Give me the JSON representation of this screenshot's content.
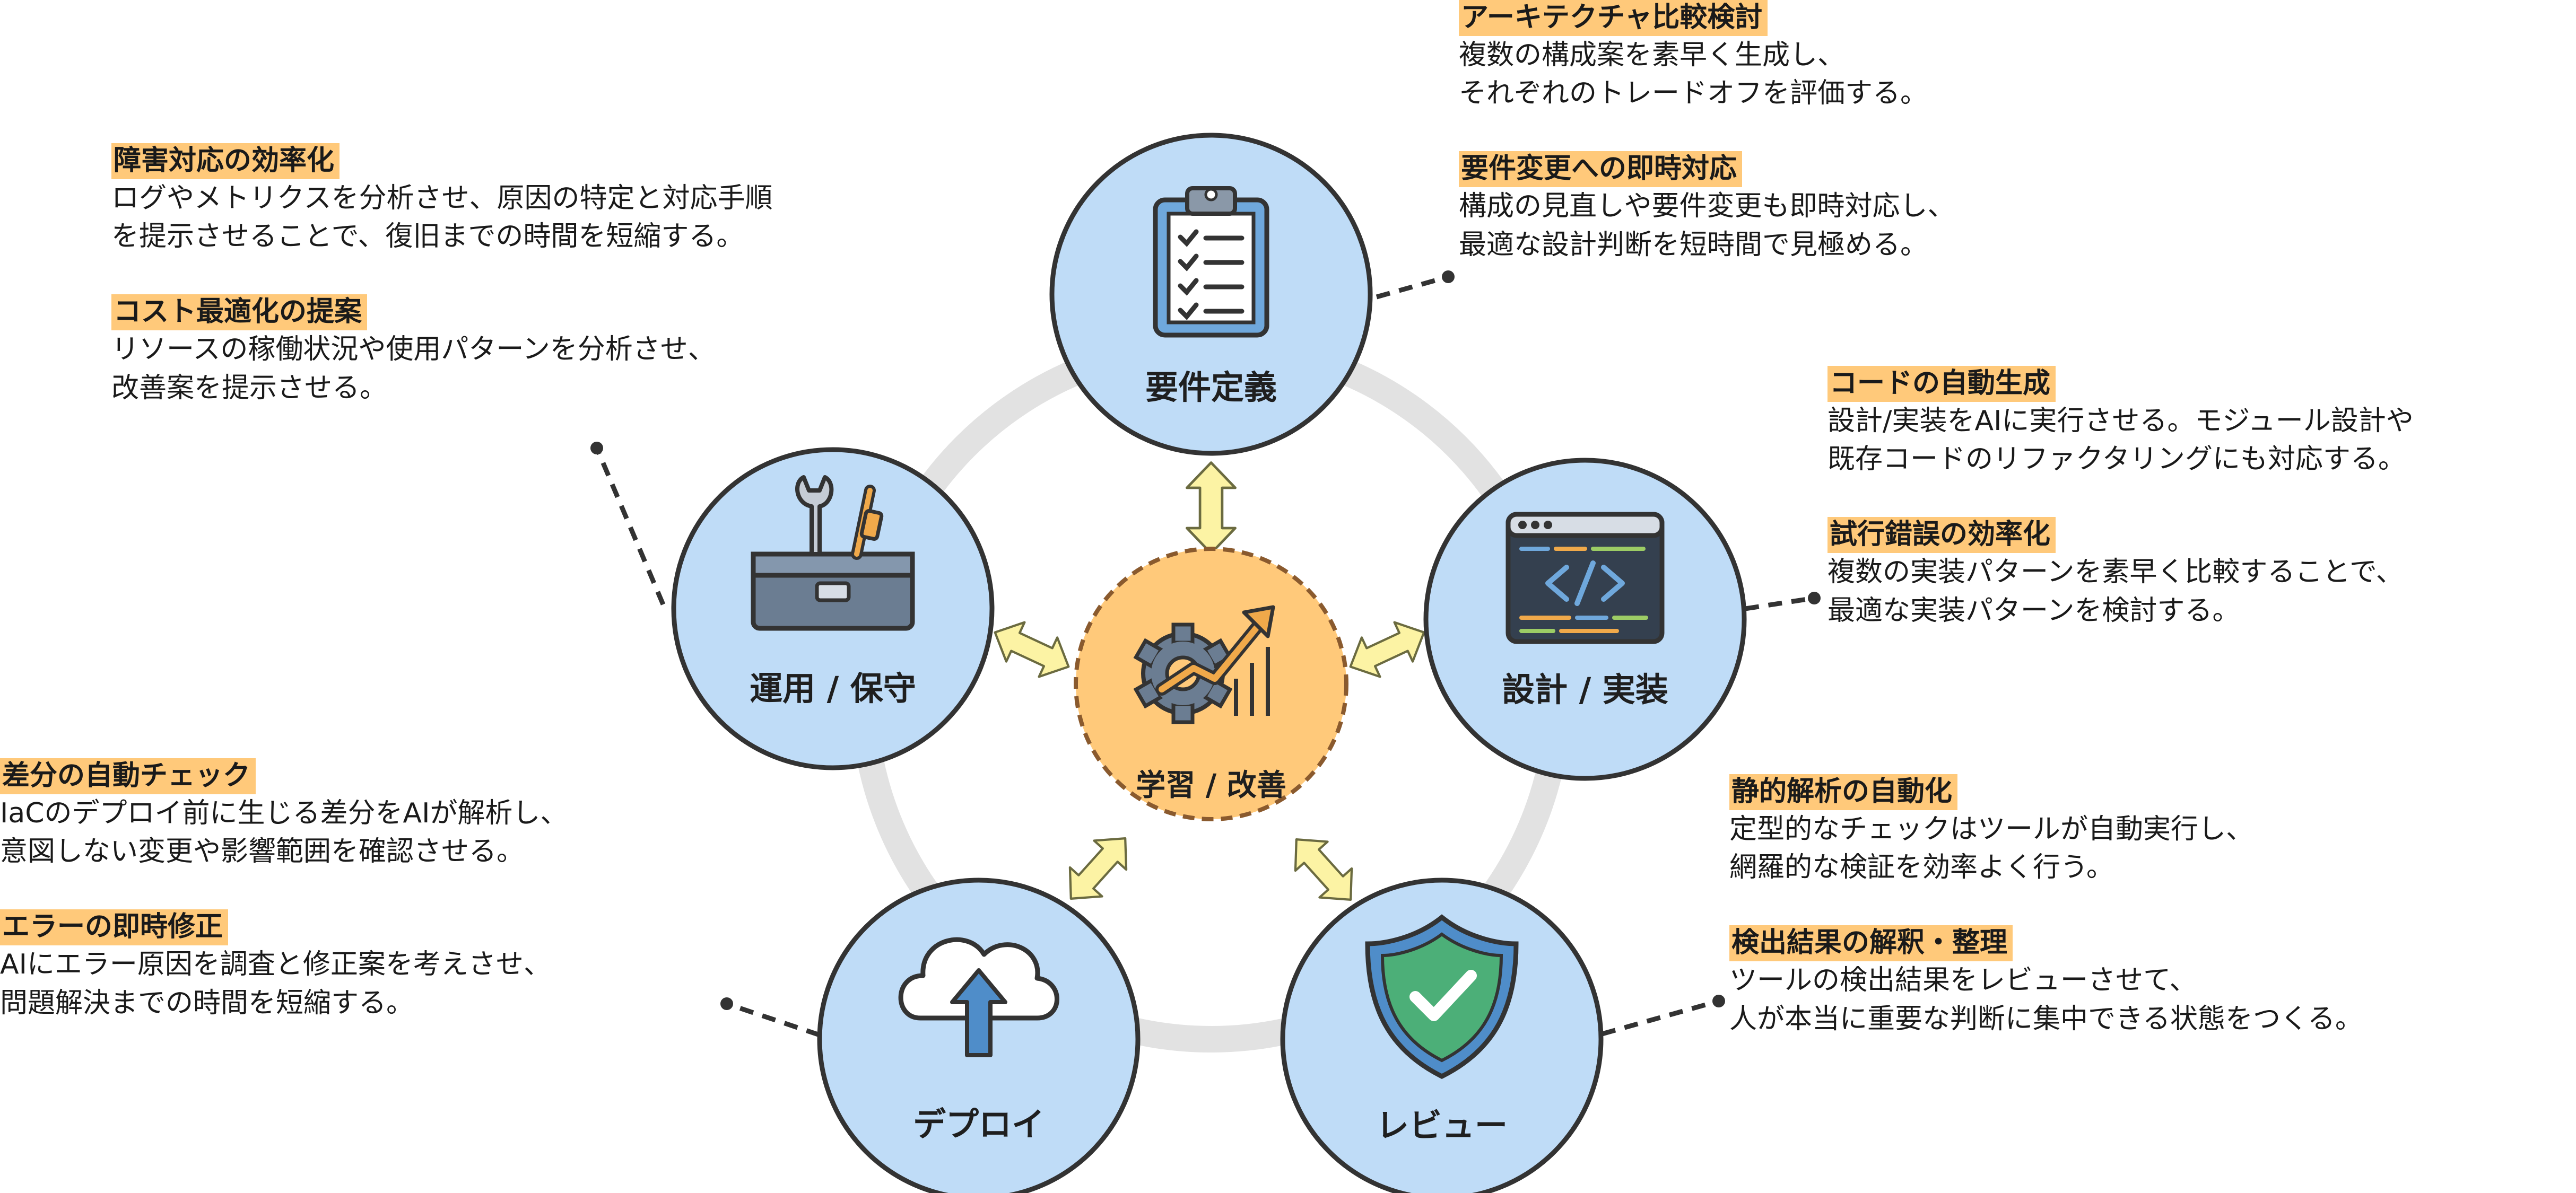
{
  "colors": {
    "node_fill": "#bfdcf7",
    "node_stroke": "#333333",
    "center_fill": "#ffc97a",
    "center_stroke": "#8a5a2e",
    "ring": "#e2e2e2",
    "arrow_fill": "#fcf3a4",
    "highlight": "#ffc97a"
  },
  "nodes": {
    "requirements": {
      "label": "要件定義",
      "icon": "clipboard-checklist-icon"
    },
    "design": {
      "label": "設計 / 実装",
      "icon": "code-window-icon"
    },
    "review": {
      "label": "レビュー",
      "icon": "shield-check-icon"
    },
    "deploy": {
      "label": "デプロイ",
      "icon": "cloud-upload-icon"
    },
    "operations": {
      "label": "運用 / 保守",
      "icon": "toolbox-icon"
    },
    "center": {
      "label": "学習 / 改善",
      "icon": "gear-growth-chart-icon"
    }
  },
  "annotations": {
    "requirements": [
      {
        "title": "アーキテクチャ比較検討",
        "lines": [
          "複数の構成案を素早く生成し、",
          "それぞれのトレードオフを評価する。"
        ]
      },
      {
        "title": "要件変更への即時対応",
        "lines": [
          "構成の見直しや要件変更も即時対応し、",
          "最適な設計判断を短時間で見極める。"
        ]
      }
    ],
    "design": [
      {
        "title": "コードの自動生成",
        "lines": [
          "設計/実装をAIに実行させる。モジュール設計や",
          "既存コードのリファクタリングにも対応する。"
        ]
      },
      {
        "title": "試行錯誤の効率化",
        "lines": [
          "複数の実装パターンを素早く比較することで、",
          "最適な実装パターンを検討する。"
        ]
      }
    ],
    "review": [
      {
        "title": "静的解析の自動化",
        "lines": [
          "定型的なチェックはツールが自動実行し、",
          "網羅的な検証を効率よく行う。"
        ]
      },
      {
        "title": "検出結果の解釈・整理",
        "lines": [
          "ツールの検出結果をレビューさせて、",
          "人が本当に重要な判断に集中できる状態をつくる。"
        ]
      }
    ],
    "deploy": [
      {
        "title": "差分の自動チェック",
        "lines": [
          "IaCのデプロイ前に生じる差分をAIが解析し、",
          "意図しない変更や影響範囲を確認させる。"
        ]
      },
      {
        "title": "エラーの即時修正",
        "lines": [
          "AIにエラー原因を調査と修正案を考えさせ、",
          "問題解決までの時間を短縮する。"
        ]
      }
    ],
    "operations": [
      {
        "title": "障害対応の効率化",
        "lines": [
          "ログやメトリクスを分析させ、原因の特定と対応手順",
          "を提示させることで、復旧までの時間を短縮する。"
        ]
      },
      {
        "title": "コスト最適化の提案",
        "lines": [
          "リソースの稼働状況や使用パターンを分析させ、",
          "改善案を提示させる。"
        ]
      }
    ]
  }
}
